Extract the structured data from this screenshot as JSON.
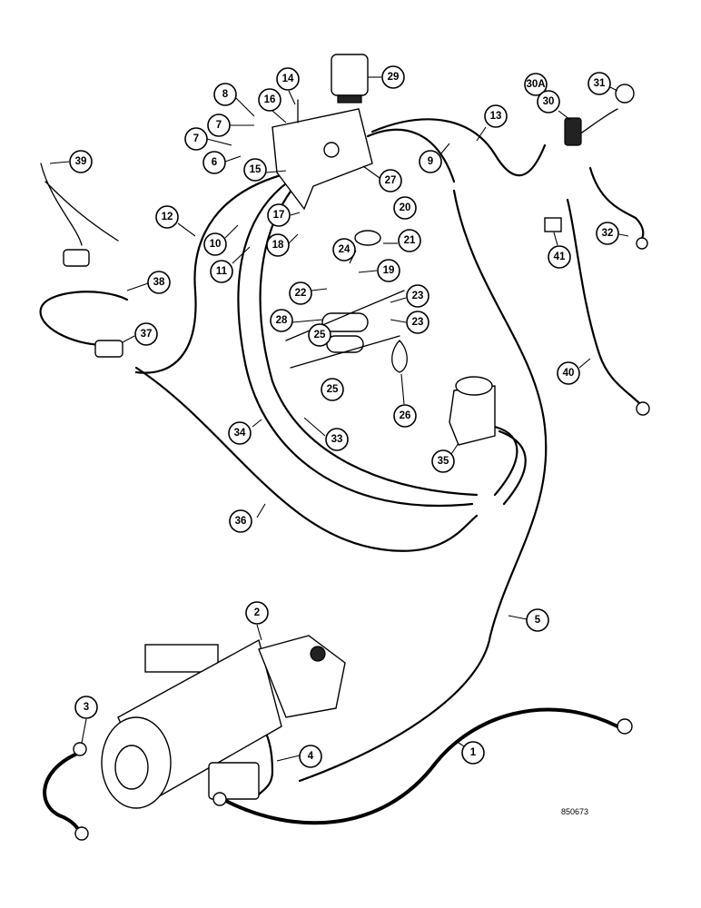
{
  "drawing_code": "850673",
  "callouts": [
    {
      "label": "1"
    },
    {
      "label": "2"
    },
    {
      "label": "3"
    },
    {
      "label": "4"
    },
    {
      "label": "5"
    },
    {
      "label": "6"
    },
    {
      "label": "7"
    },
    {
      "label": "7"
    },
    {
      "label": "8"
    },
    {
      "label": "9"
    },
    {
      "label": "10"
    },
    {
      "label": "11"
    },
    {
      "label": "12"
    },
    {
      "label": "13"
    },
    {
      "label": "14"
    },
    {
      "label": "15"
    },
    {
      "label": "16"
    },
    {
      "label": "17"
    },
    {
      "label": "18"
    },
    {
      "label": "19"
    },
    {
      "label": "20"
    },
    {
      "label": "21"
    },
    {
      "label": "22"
    },
    {
      "label": "23"
    },
    {
      "label": "23"
    },
    {
      "label": "24"
    },
    {
      "label": "25"
    },
    {
      "label": "25"
    },
    {
      "label": "26"
    },
    {
      "label": "27"
    },
    {
      "label": "28"
    },
    {
      "label": "29"
    },
    {
      "label": "30A"
    },
    {
      "label": "30"
    },
    {
      "label": "31"
    },
    {
      "label": "32"
    },
    {
      "label": "33"
    },
    {
      "label": "34"
    },
    {
      "label": "35"
    },
    {
      "label": "36"
    },
    {
      "label": "37"
    },
    {
      "label": "38"
    },
    {
      "label": "39"
    },
    {
      "label": "40"
    },
    {
      "label": "41"
    }
  ]
}
